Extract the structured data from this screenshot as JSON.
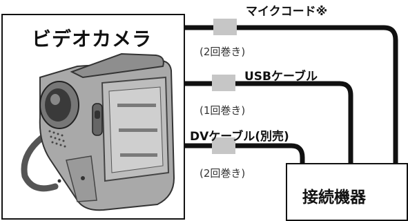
{
  "camera": {
    "title": "ビデオカメラ"
  },
  "device": {
    "title": "接続機器"
  },
  "cables": [
    {
      "label": "マイクコード※",
      "winding": "(2回巻き)"
    },
    {
      "label": "USBケーブル",
      "winding": "(1回巻き)"
    },
    {
      "label": "DVケーブル(別売)",
      "winding": "(2回巻き)"
    }
  ]
}
